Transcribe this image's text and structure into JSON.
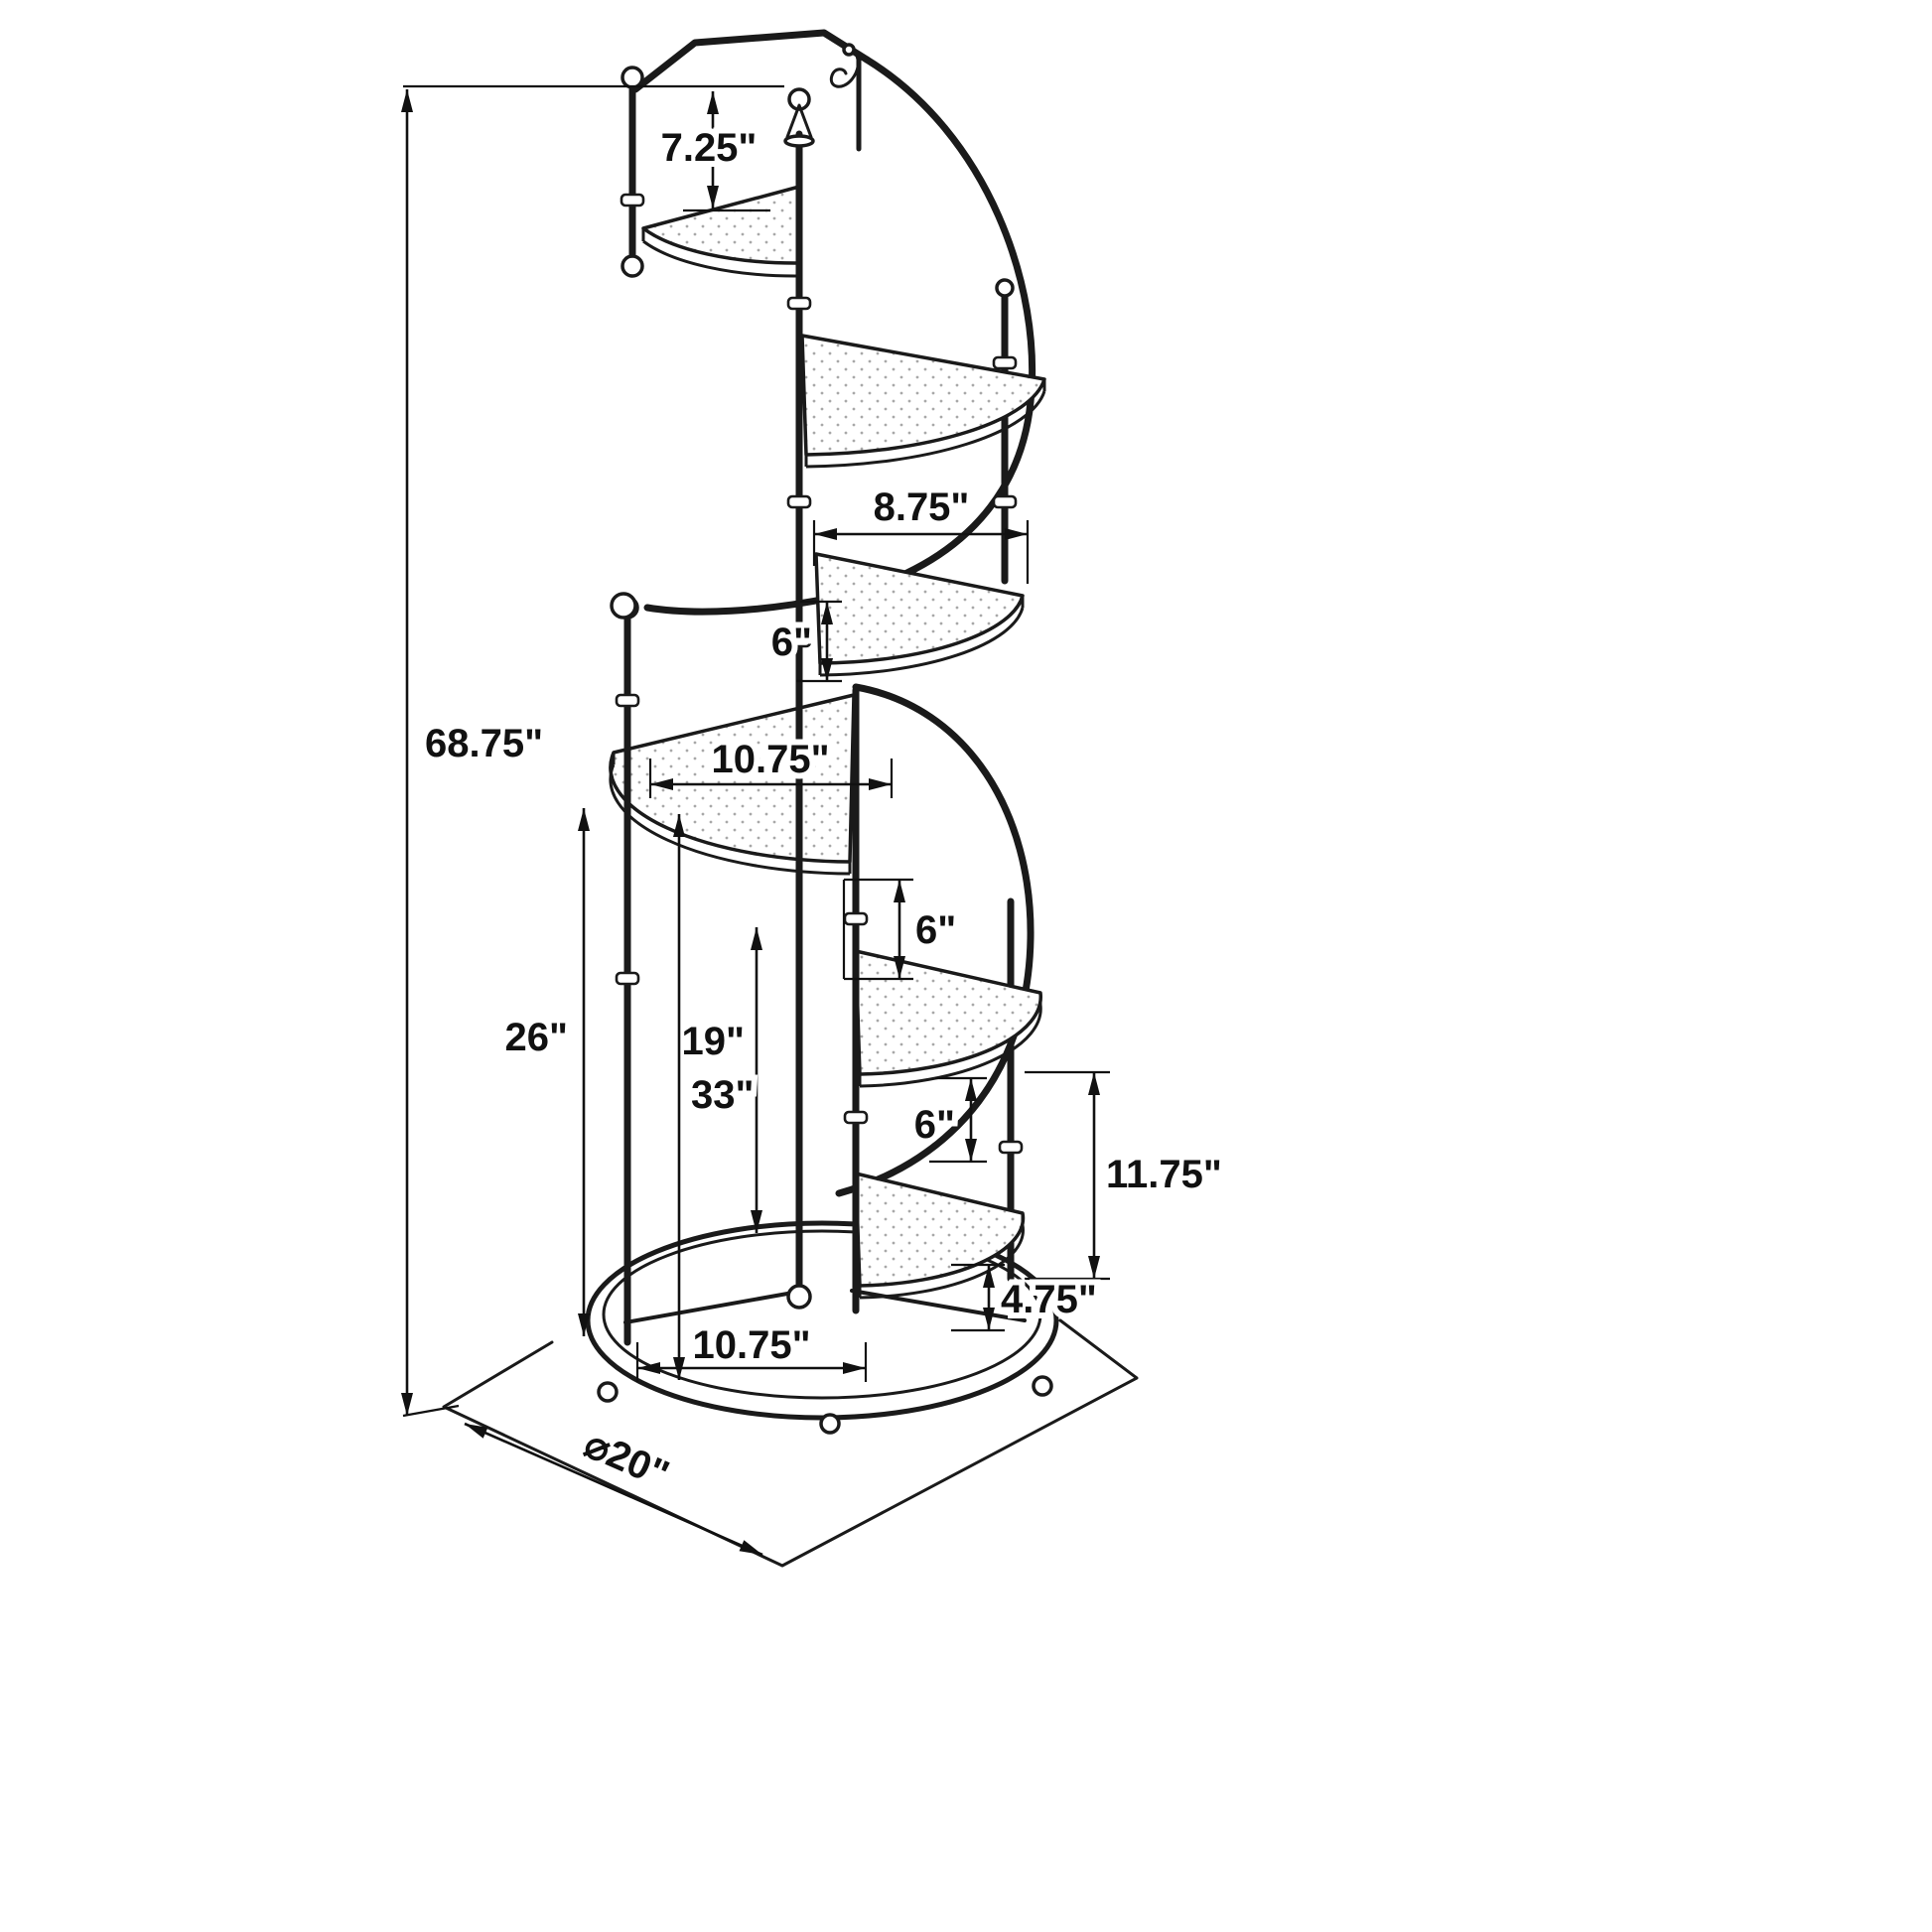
{
  "diagram": {
    "type": "technical dimension drawing",
    "subject": "spiral corner display stand with six fan-shaped shelves on round base",
    "units": "inches"
  },
  "dims": {
    "total_height": "68.75\"",
    "top_gap": "7.25\"",
    "upper_shelf_width": "8.75\"",
    "gap_upper": "6\"",
    "mid_shelf_depth": "10.75\"",
    "gap_mid": "6\"",
    "gap_lower": "6\"",
    "lower_rail_height": "11.75\"",
    "base_gap": "4.75\"",
    "bottom_shelf_depth": "10.75\"",
    "left_mid_height": "26\"",
    "center_height": "19\"",
    "pole_height": "33\"",
    "base_diameter": "⌀20\""
  }
}
